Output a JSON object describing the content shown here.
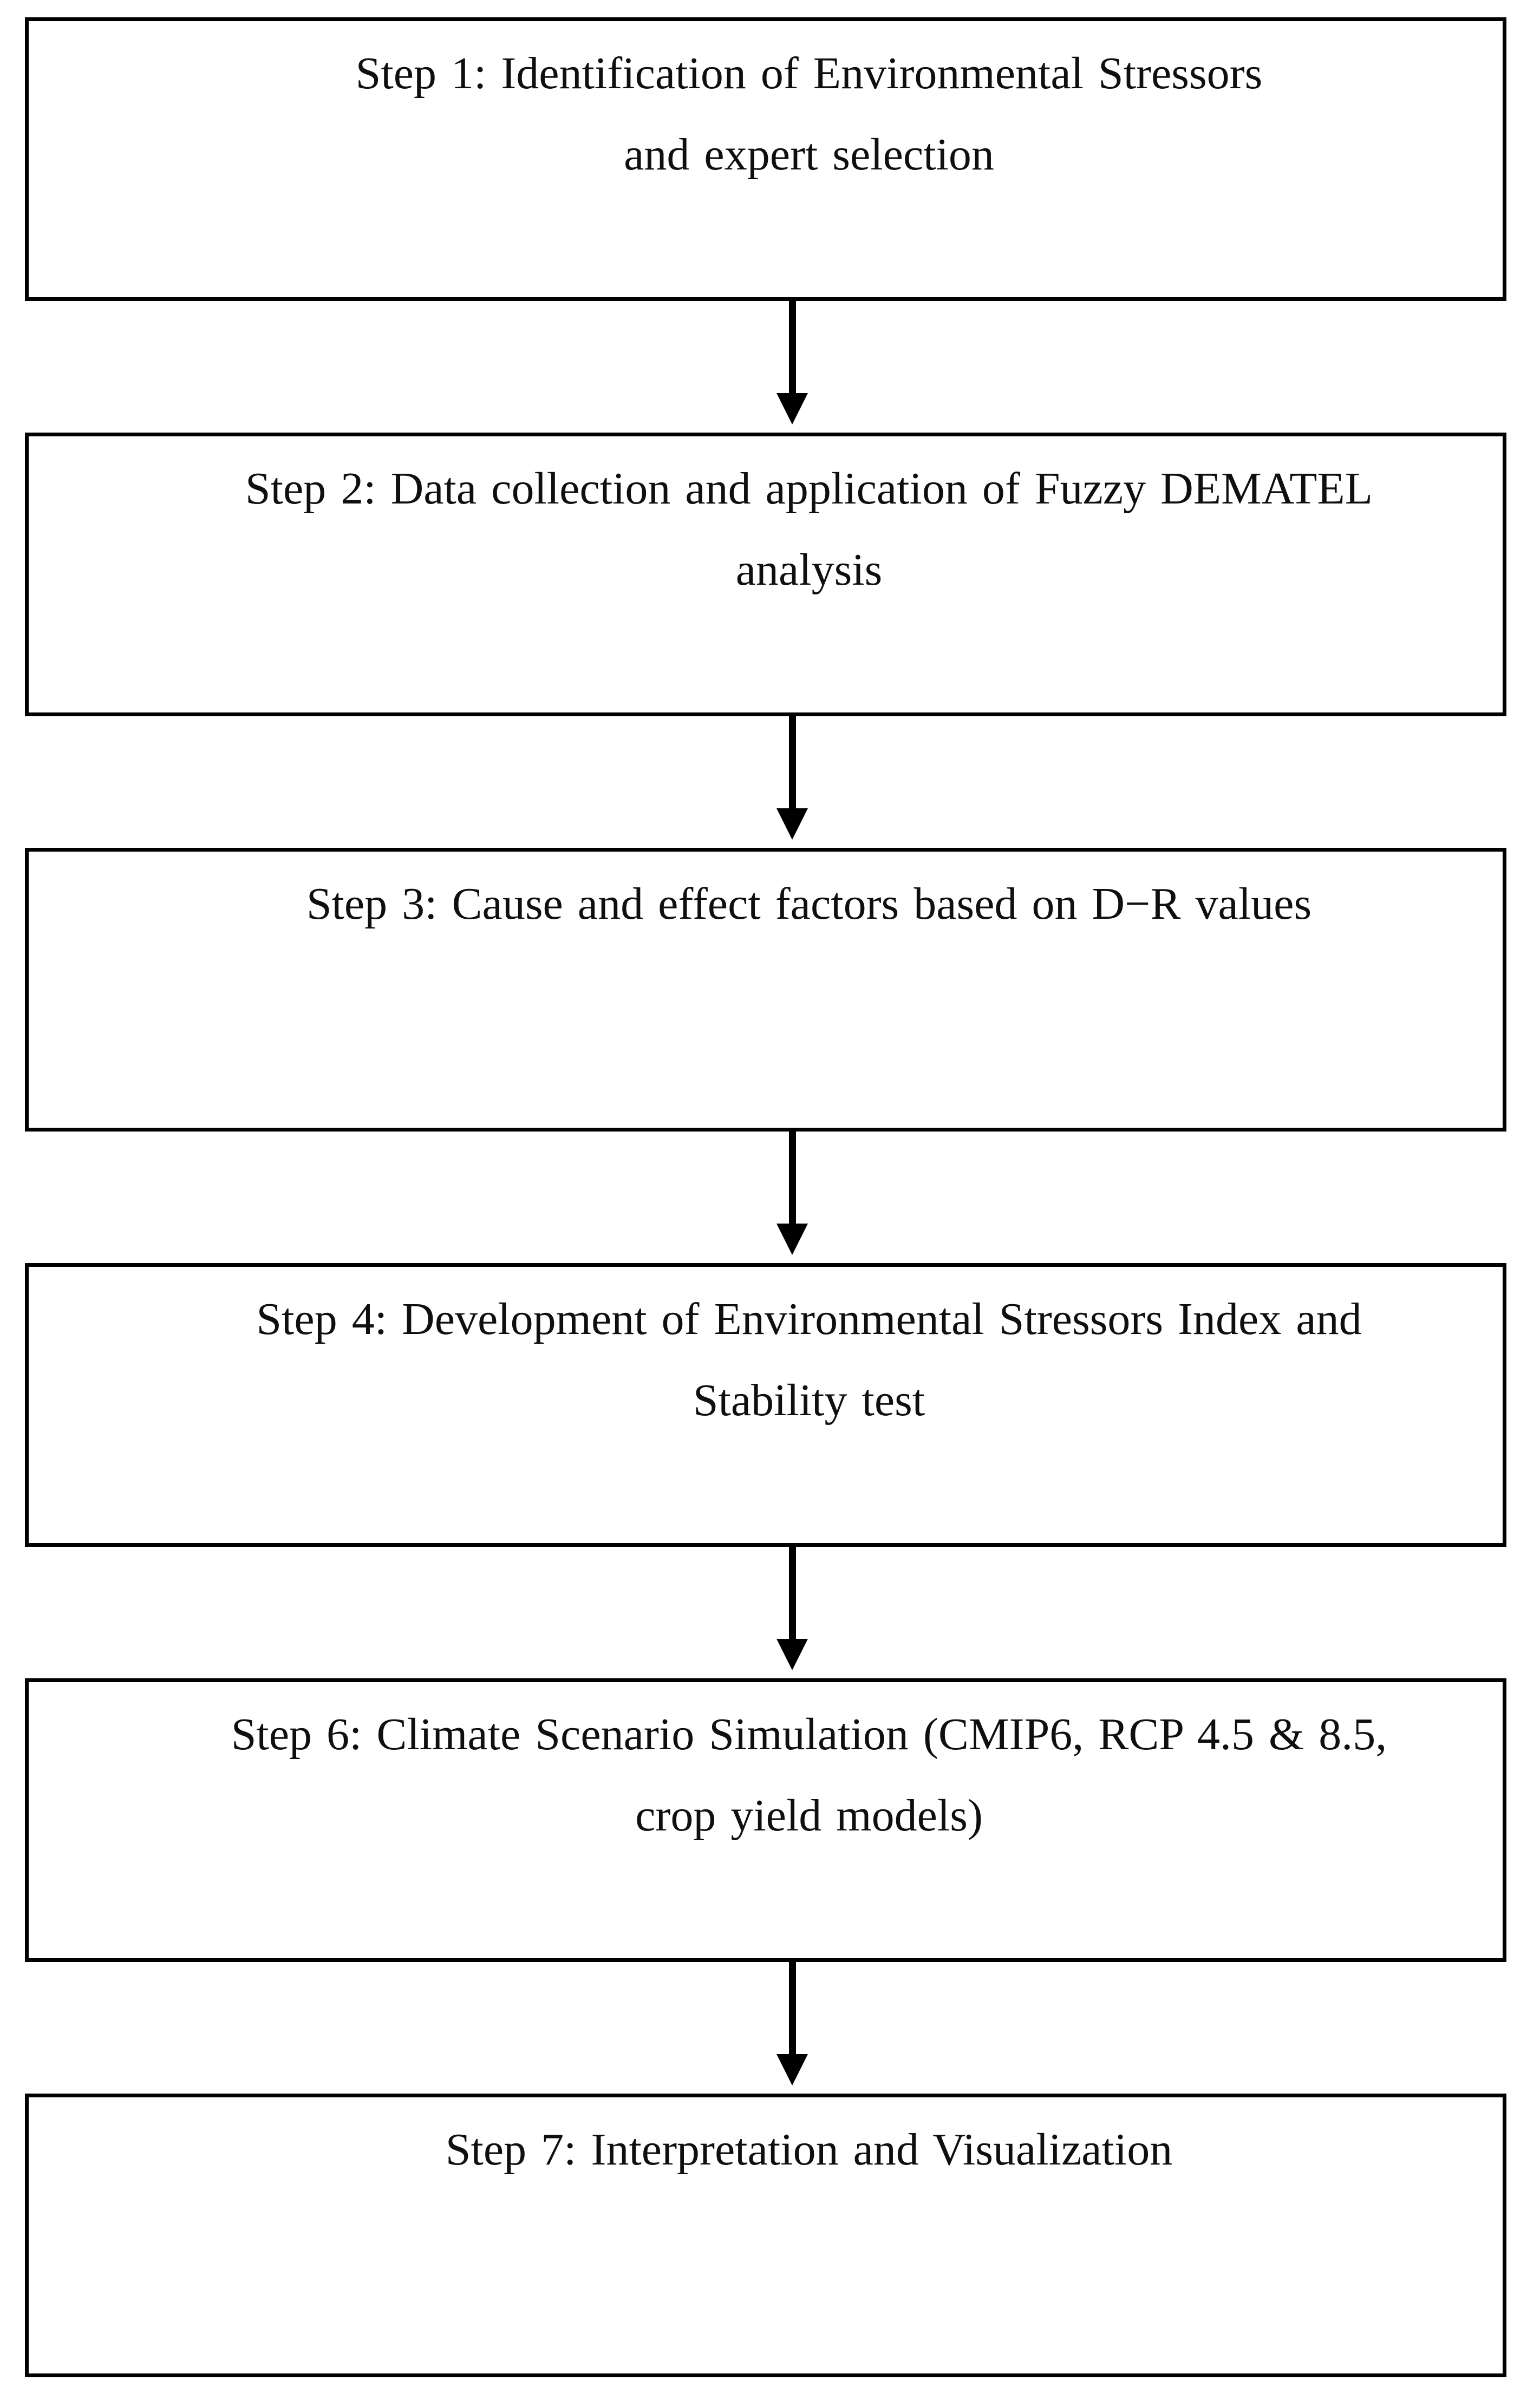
{
  "figure": {
    "type": "flowchart",
    "background_color": "#ffffff",
    "box_border_color": "#000000",
    "text_color": "#0f0f0f",
    "arrow_color": "#000000",
    "steps": [
      {
        "id": "step-1",
        "lines": [
          "Step 1: Identification of Environmental Stressors",
          "and expert selection"
        ]
      },
      {
        "id": "step-2",
        "lines": [
          "Step 2: Data collection and application of Fuzzy DEMATEL",
          "analysis"
        ]
      },
      {
        "id": "step-3",
        "lines": [
          "Step 3: Cause and effect factors based on D−R values"
        ]
      },
      {
        "id": "step-4",
        "lines": [
          "Step 4: Development of Environmental Stressors Index and",
          "Stability test"
        ]
      },
      {
        "id": "step-6",
        "lines": [
          "Step 6: Climate Scenario Simulation (CMIP6, RCP 4.5 & 8.5,",
          "crop yield models)"
        ]
      },
      {
        "id": "step-7",
        "lines": [
          "Step 7: Interpretation and Visualization"
        ]
      }
    ]
  }
}
